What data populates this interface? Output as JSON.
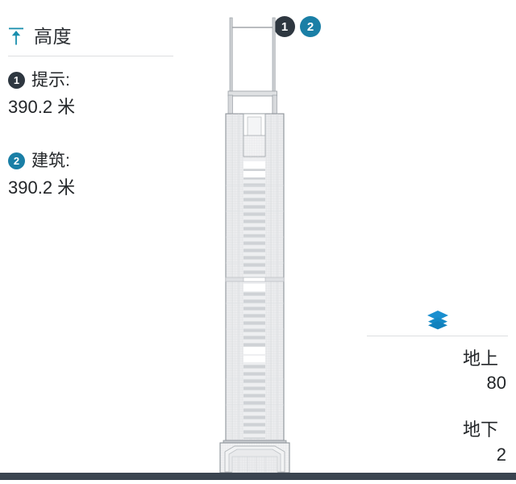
{
  "height_panel": {
    "icon": "height-arrow-icon",
    "title": "高度",
    "metrics": [
      {
        "badge": "1",
        "badge_color": "#2e3740",
        "label": "提示:",
        "value": "390.2 米"
      },
      {
        "badge": "2",
        "badge_color": "#1a7fa6",
        "label": "建筑:",
        "value": "390.2 米"
      }
    ]
  },
  "callout": {
    "badge_one": "1",
    "badge_two": "2",
    "badge_one_color": "#2e3740",
    "badge_two_color": "#1a7fa6"
  },
  "floors_panel": {
    "icon": "layers-stack-icon",
    "above_ground_label": "地上",
    "above_ground_count": "80",
    "below_ground_label": "地下",
    "below_ground_count": "2"
  },
  "illustration": {
    "name": "skyscraper-elevation-drawing",
    "ground_color": "#3a4450",
    "facade_color": "#e9eaec",
    "outline_color": "#9aa0a6"
  }
}
